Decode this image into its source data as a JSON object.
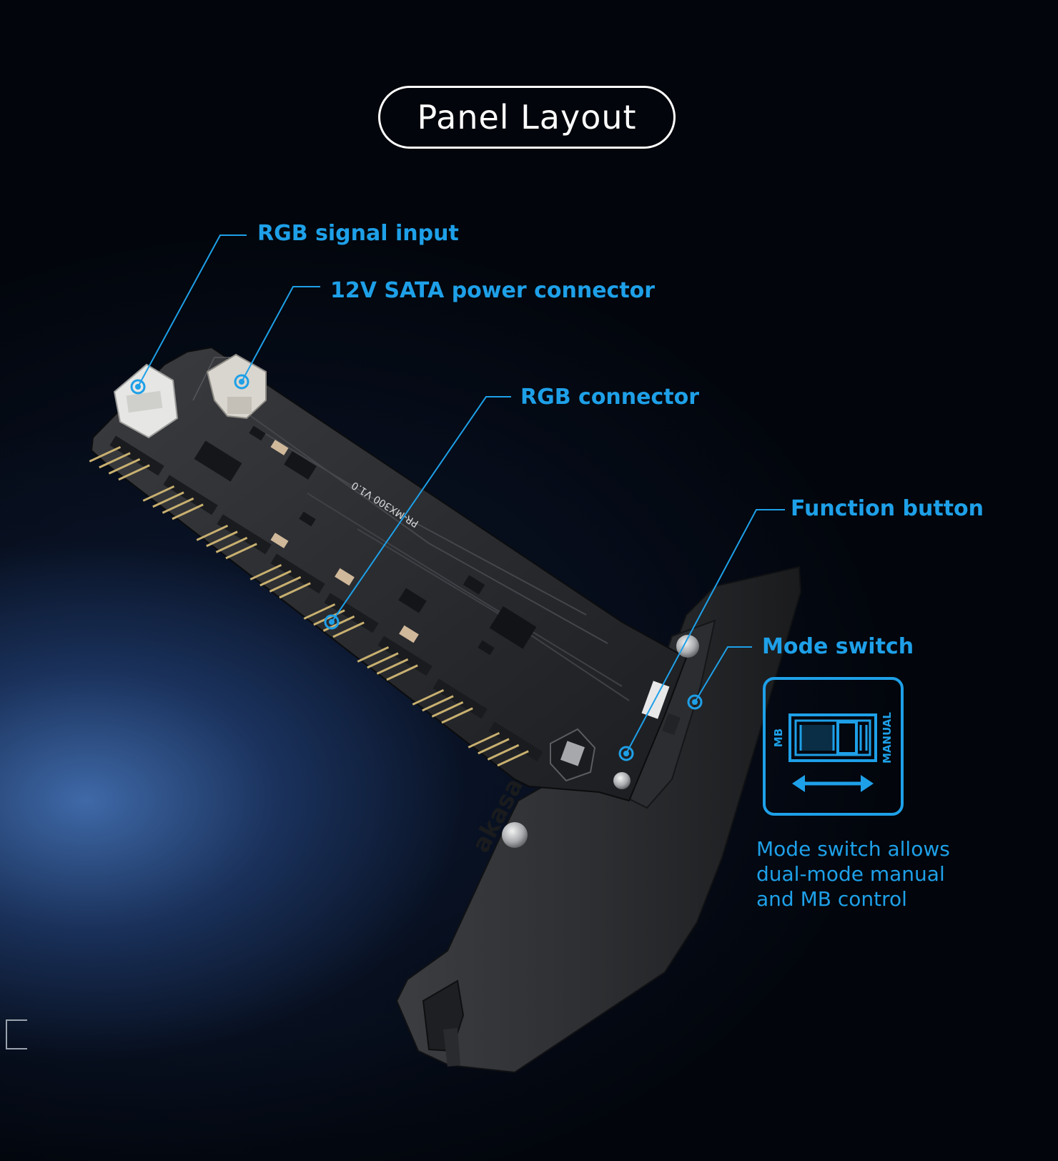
{
  "title": "Panel Layout",
  "callouts": {
    "rgb_signal_input": "RGB signal input",
    "sata_power": "12V SATA power connector",
    "rgb_connector": "RGB connector",
    "function_button": "Function button",
    "mode_switch": "Mode switch"
  },
  "mode_switch_icon": {
    "left_label": "MB",
    "right_label": "MANUAL"
  },
  "description": {
    "line1": "Mode switch allows",
    "line2": "dual-mode manual",
    "line3": "and MB  control"
  },
  "board": {
    "model_text": "PR-MX300 V1.0",
    "brand_text": "akasa"
  },
  "colors": {
    "accent": "#1ea0e8",
    "title": "#ffffff",
    "background": "#02050b",
    "glow": "#426eaf"
  }
}
